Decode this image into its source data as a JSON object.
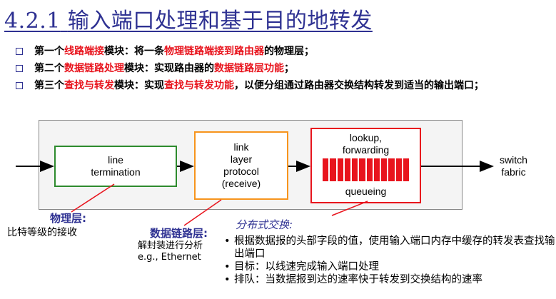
{
  "title": {
    "num": "4.2.1",
    "text": "输入端口处理和基于目的地转发"
  },
  "bullets": [
    {
      "parts": [
        {
          "t": "第一个",
          "red": false
        },
        {
          "t": "线路端接",
          "red": true
        },
        {
          "t": "模块：将一条",
          "red": false
        },
        {
          "t": "物理链路端接到路由器",
          "red": true
        },
        {
          "t": "的物理层；",
          "red": false
        }
      ]
    },
    {
      "parts": [
        {
          "t": "第二个",
          "red": false
        },
        {
          "t": "数据链路处理",
          "red": true
        },
        {
          "t": "模块：实现路由器的",
          "red": false
        },
        {
          "t": "数据链路层功能",
          "red": true
        },
        {
          "t": "；",
          "red": false
        }
      ]
    },
    {
      "parts": [
        {
          "t": "第三个",
          "red": false
        },
        {
          "t": "查找与转发",
          "red": true
        },
        {
          "t": "模块：实现",
          "red": false
        },
        {
          "t": "查找与转发功能",
          "red": true
        },
        {
          "t": "，以便分组通过路由器交换结构转发到适当的输出端口；",
          "red": false
        }
      ]
    }
  ],
  "diagram": {
    "line_termination": [
      "line",
      "termination"
    ],
    "link_layer": [
      "link",
      "layer",
      "protocol",
      "(receive)"
    ],
    "lookup": [
      "lookup,",
      "forwarding"
    ],
    "queueing": "queueing",
    "switch_fabric": [
      "switch",
      "fabric"
    ],
    "queue_cells": 12
  },
  "annotations": {
    "physical_layer": "物理层:",
    "physical_desc": "比特等级的接收",
    "datalink_layer": "数据链路层:",
    "datalink_desc1": "解封装进行分析",
    "datalink_desc2": "e.g., Ethernet",
    "distributed": "分布式交换:",
    "distributed_points": [
      "根据数据报的头部字段的值，使用输入端口内存中缓存的转发表查找输出端口",
      "目标：以线速完成输入端口处理",
      "排队：当数据报到达的速率快于转发到交换结构的速率"
    ]
  },
  "colors": {
    "title": "#2e3192",
    "highlight": "#e8141d",
    "line_box": "#2e8b2e",
    "link_box": "#f7941d",
    "lookup_box": "#e8141d"
  }
}
